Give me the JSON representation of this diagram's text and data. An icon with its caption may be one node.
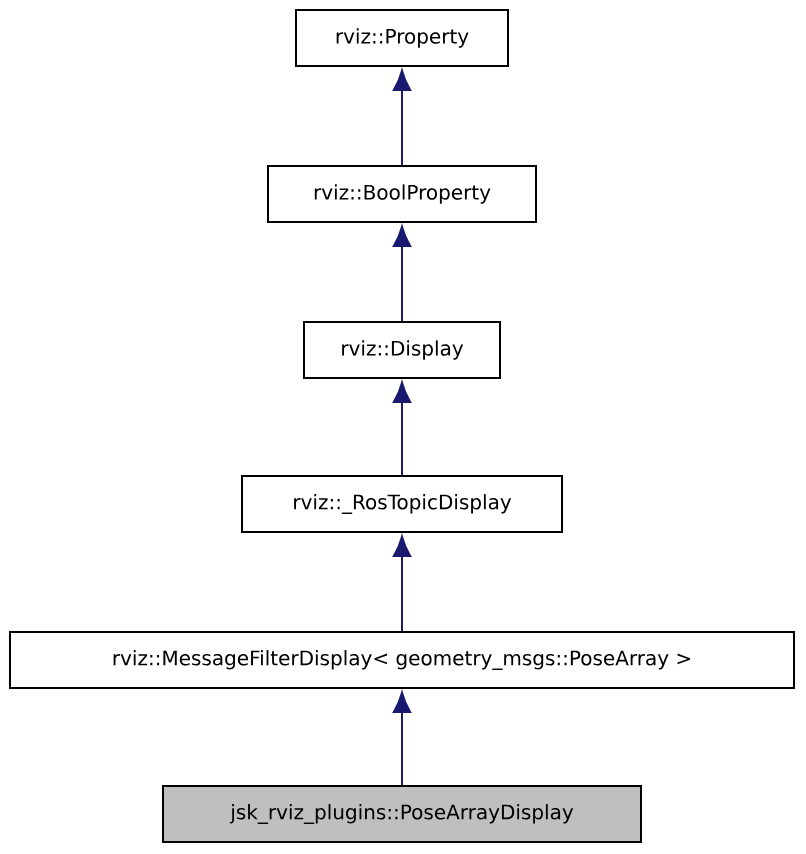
{
  "diagram": {
    "nodes": [
      {
        "text": [
          "rviz::Property"
        ]
      },
      {
        "text": [
          "rviz::BoolProperty"
        ]
      },
      {
        "text": [
          "rviz::Display"
        ]
      },
      {
        "text": [
          "rviz::_RosTopicDisplay"
        ]
      },
      {
        "text": [
          "rviz::MessageFilterDisplay< geometry_msgs::PoseArray >"
        ]
      },
      {
        "text": [
          "jsk_rviz_plugins::PoseArrayDisplay"
        ]
      }
    ],
    "edges": [
      {
        "from": 1,
        "to": 0,
        "arrow": "to"
      },
      {
        "from": 2,
        "to": 1,
        "arrow": "to"
      },
      {
        "from": 3,
        "to": 2,
        "arrow": "to"
      },
      {
        "from": 4,
        "to": 3,
        "arrow": "to"
      },
      {
        "from": 5,
        "to": 4,
        "arrow": "to"
      }
    ]
  }
}
